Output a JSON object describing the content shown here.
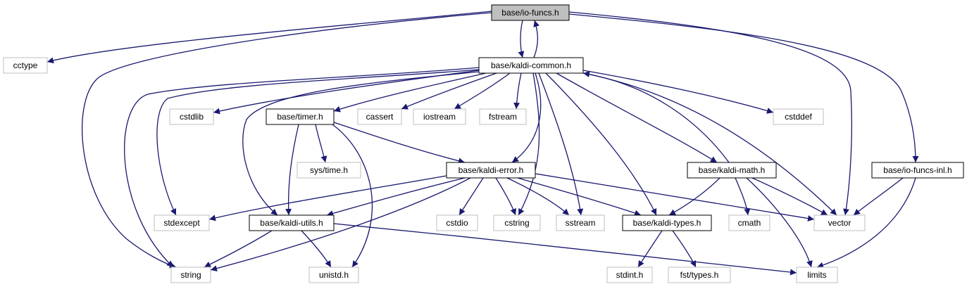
{
  "colors": {
    "edge": "#191970",
    "root_fill": "#bfbfbf",
    "node_border_project": "#000000",
    "node_border_system": "#bfbfbf",
    "node_fill": "#ffffff",
    "text_project": "#000000",
    "text_system": "#000000"
  },
  "nodes": [
    {
      "id": "io_funcs",
      "label": "base/io-funcs.h",
      "kind": "root"
    },
    {
      "id": "cctype",
      "label": "cctype",
      "kind": "system"
    },
    {
      "id": "kaldi_common",
      "label": "base/kaldi-common.h",
      "kind": "project"
    },
    {
      "id": "cstdlib",
      "label": "cstdlib",
      "kind": "system"
    },
    {
      "id": "timer",
      "label": "base/timer.h",
      "kind": "project"
    },
    {
      "id": "cassert",
      "label": "cassert",
      "kind": "system"
    },
    {
      "id": "iostream",
      "label": "iostream",
      "kind": "system"
    },
    {
      "id": "fstream",
      "label": "fstream",
      "kind": "system"
    },
    {
      "id": "cstddef",
      "label": "cstddef",
      "kind": "system"
    },
    {
      "id": "sys_time",
      "label": "sys/time.h",
      "kind": "system"
    },
    {
      "id": "kaldi_error",
      "label": "base/kaldi-error.h",
      "kind": "project"
    },
    {
      "id": "kaldi_math",
      "label": "base/kaldi-math.h",
      "kind": "project"
    },
    {
      "id": "io_funcs_inl",
      "label": "base/io-funcs-inl.h",
      "kind": "project"
    },
    {
      "id": "stdexcept",
      "label": "stdexcept",
      "kind": "system"
    },
    {
      "id": "kaldi_utils",
      "label": "base/kaldi-utils.h",
      "kind": "project"
    },
    {
      "id": "cstdio",
      "label": "cstdio",
      "kind": "system"
    },
    {
      "id": "cstring",
      "label": "cstring",
      "kind": "system"
    },
    {
      "id": "sstream",
      "label": "sstream",
      "kind": "system"
    },
    {
      "id": "kaldi_types",
      "label": "base/kaldi-types.h",
      "kind": "project"
    },
    {
      "id": "cmath",
      "label": "cmath",
      "kind": "system"
    },
    {
      "id": "vector",
      "label": "vector",
      "kind": "system"
    },
    {
      "id": "string",
      "label": "string",
      "kind": "system"
    },
    {
      "id": "unistd",
      "label": "unistd.h",
      "kind": "system"
    },
    {
      "id": "stdint",
      "label": "stdint.h",
      "kind": "system"
    },
    {
      "id": "fst_types",
      "label": "fst/types.h",
      "kind": "system"
    },
    {
      "id": "limits",
      "label": "limits",
      "kind": "system"
    }
  ],
  "edges": [
    {
      "from": "io_funcs",
      "to": "cctype"
    },
    {
      "from": "io_funcs",
      "to": "string"
    },
    {
      "from": "io_funcs",
      "to": "kaldi_common"
    },
    {
      "from": "io_funcs",
      "to": "vector"
    },
    {
      "from": "io_funcs",
      "to": "io_funcs_inl"
    },
    {
      "from": "kaldi_common",
      "to": "io_funcs"
    },
    {
      "from": "kaldi_common",
      "to": "string"
    },
    {
      "from": "kaldi_common",
      "to": "stdexcept"
    },
    {
      "from": "kaldi_common",
      "to": "cstdlib"
    },
    {
      "from": "kaldi_common",
      "to": "kaldi_utils"
    },
    {
      "from": "kaldi_common",
      "to": "timer"
    },
    {
      "from": "kaldi_common",
      "to": "cassert"
    },
    {
      "from": "kaldi_common",
      "to": "iostream"
    },
    {
      "from": "kaldi_common",
      "to": "fstream"
    },
    {
      "from": "kaldi_common",
      "to": "kaldi_error"
    },
    {
      "from": "kaldi_common",
      "to": "cstring"
    },
    {
      "from": "kaldi_common",
      "to": "sstream"
    },
    {
      "from": "kaldi_common",
      "to": "kaldi_types"
    },
    {
      "from": "kaldi_common",
      "to": "cstddef"
    },
    {
      "from": "kaldi_common",
      "to": "kaldi_math"
    },
    {
      "from": "kaldi_common",
      "to": "vector"
    },
    {
      "from": "timer",
      "to": "sys_time"
    },
    {
      "from": "timer",
      "to": "kaldi_utils"
    },
    {
      "from": "timer",
      "to": "unistd"
    },
    {
      "from": "timer",
      "to": "kaldi_error"
    },
    {
      "from": "kaldi_error",
      "to": "stdexcept"
    },
    {
      "from": "kaldi_error",
      "to": "kaldi_utils"
    },
    {
      "from": "kaldi_error",
      "to": "string"
    },
    {
      "from": "kaldi_error",
      "to": "cstdio"
    },
    {
      "from": "kaldi_error",
      "to": "cstring"
    },
    {
      "from": "kaldi_error",
      "to": "sstream"
    },
    {
      "from": "kaldi_error",
      "to": "kaldi_types"
    },
    {
      "from": "kaldi_error",
      "to": "vector"
    },
    {
      "from": "kaldi_math",
      "to": "kaldi_common"
    },
    {
      "from": "kaldi_math",
      "to": "kaldi_types"
    },
    {
      "from": "kaldi_math",
      "to": "cmath"
    },
    {
      "from": "kaldi_math",
      "to": "vector"
    },
    {
      "from": "kaldi_math",
      "to": "limits"
    },
    {
      "from": "kaldi_utils",
      "to": "string"
    },
    {
      "from": "kaldi_utils",
      "to": "unistd"
    },
    {
      "from": "kaldi_utils",
      "to": "limits"
    },
    {
      "from": "kaldi_types",
      "to": "stdint"
    },
    {
      "from": "kaldi_types",
      "to": "fst_types"
    },
    {
      "from": "io_funcs_inl",
      "to": "vector"
    },
    {
      "from": "io_funcs_inl",
      "to": "limits"
    }
  ]
}
